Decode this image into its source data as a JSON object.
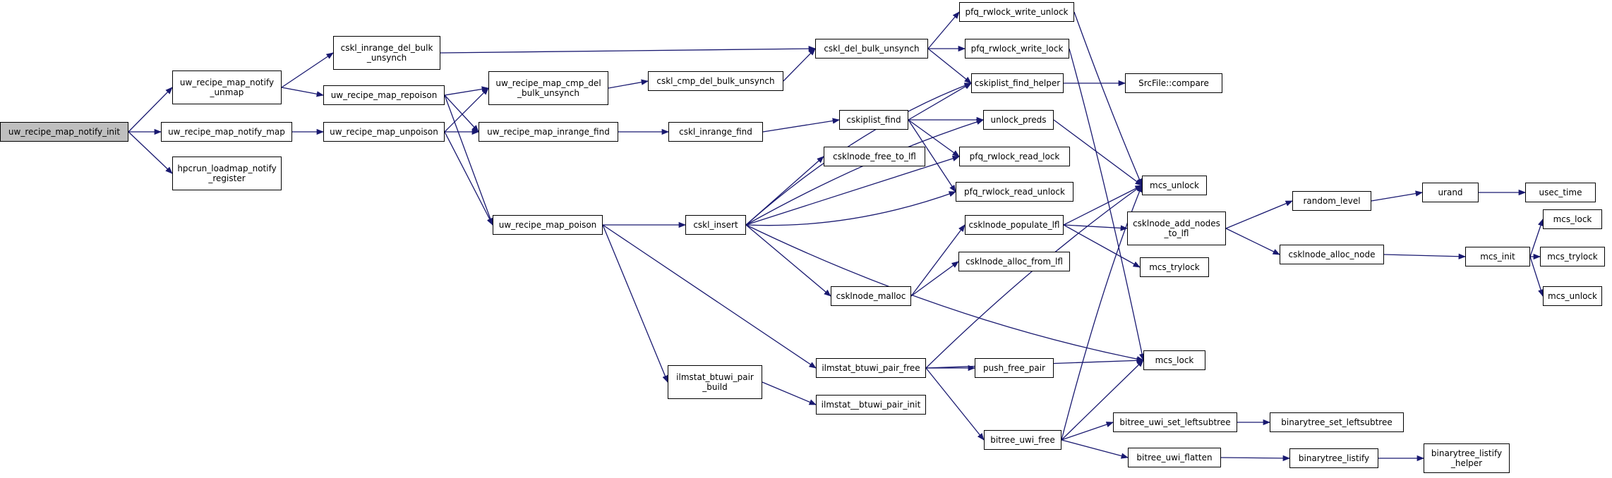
{
  "edge_color": "#191970",
  "root_fill": "#bfbfbf",
  "nodes": [
    {
      "id": "n1",
      "label": "uw_recipe_map_notify_init",
      "root": true
    },
    {
      "id": "n2",
      "label": "uw_recipe_map_notify\n_unmap"
    },
    {
      "id": "n3",
      "label": "uw_recipe_map_notify_map"
    },
    {
      "id": "n4",
      "label": "hpcrun_loadmap_notify\n_register"
    },
    {
      "id": "n5",
      "label": "cskl_inrange_del_bulk\n_unsynch"
    },
    {
      "id": "n6",
      "label": "uw_recipe_map_repoison"
    },
    {
      "id": "n7",
      "label": "uw_recipe_map_unpoison"
    },
    {
      "id": "n8",
      "label": "uw_recipe_map_cmp_del\n_bulk_unsynch"
    },
    {
      "id": "n9",
      "label": "uw_recipe_map_inrange_find"
    },
    {
      "id": "n10",
      "label": "uw_recipe_map_poison"
    },
    {
      "id": "n11",
      "label": "cskl_del_bulk_unsynch"
    },
    {
      "id": "n12",
      "label": "cskl_cmp_del_bulk_unsynch"
    },
    {
      "id": "n13",
      "label": "cskl_inrange_find"
    },
    {
      "id": "n14",
      "label": "cskl_insert"
    },
    {
      "id": "n15",
      "label": "ilmstat_btuwi_pair\n_build"
    },
    {
      "id": "n16",
      "label": "pfq_rwlock_write_unlock"
    },
    {
      "id": "n17",
      "label": "pfq_rwlock_write_lock"
    },
    {
      "id": "n18",
      "label": "cskiplist_find_helper"
    },
    {
      "id": "n19",
      "label": "cskiplist_find"
    },
    {
      "id": "n20",
      "label": "unlock_preds"
    },
    {
      "id": "n21",
      "label": "csklnode_free_to_lfl"
    },
    {
      "id": "n22",
      "label": "pfq_rwlock_read_lock"
    },
    {
      "id": "n23",
      "label": "pfq_rwlock_read_unlock"
    },
    {
      "id": "n24",
      "label": "csklnode_populate_lfl"
    },
    {
      "id": "n25",
      "label": "csklnode_alloc_from_lfl"
    },
    {
      "id": "n26",
      "label": "csklnode_malloc"
    },
    {
      "id": "n27",
      "label": "ilmstat_btuwi_pair_free"
    },
    {
      "id": "n28",
      "label": "ilmstat__btuwi_pair_init"
    },
    {
      "id": "n29",
      "label": "push_free_pair"
    },
    {
      "id": "n30",
      "label": "bitree_uwi_free"
    },
    {
      "id": "n31",
      "label": "SrcFile::compare"
    },
    {
      "id": "n32",
      "label": "mcs_unlock"
    },
    {
      "id": "n33",
      "label": "csklnode_add_nodes\n_to_lfl"
    },
    {
      "id": "n34",
      "label": "mcs_trylock"
    },
    {
      "id": "n35",
      "label": "mcs_lock"
    },
    {
      "id": "n36",
      "label": "bitree_uwi_set_leftsubtree"
    },
    {
      "id": "n37",
      "label": "bitree_uwi_flatten"
    },
    {
      "id": "n38",
      "label": "random_level"
    },
    {
      "id": "n39",
      "label": "csklnode_alloc_node"
    },
    {
      "id": "n40",
      "label": "urand"
    },
    {
      "id": "n41",
      "label": "usec_time"
    },
    {
      "id": "n42",
      "label": "mcs_init"
    },
    {
      "id": "n43",
      "label": "mcs_lock"
    },
    {
      "id": "n44",
      "label": "mcs_trylock"
    },
    {
      "id": "n45",
      "label": "mcs_unlock"
    },
    {
      "id": "n46",
      "label": "binarytree_set_leftsubtree"
    },
    {
      "id": "n47",
      "label": "binarytree_listify"
    },
    {
      "id": "n48",
      "label": "binarytree_listify\n_helper"
    }
  ]
}
